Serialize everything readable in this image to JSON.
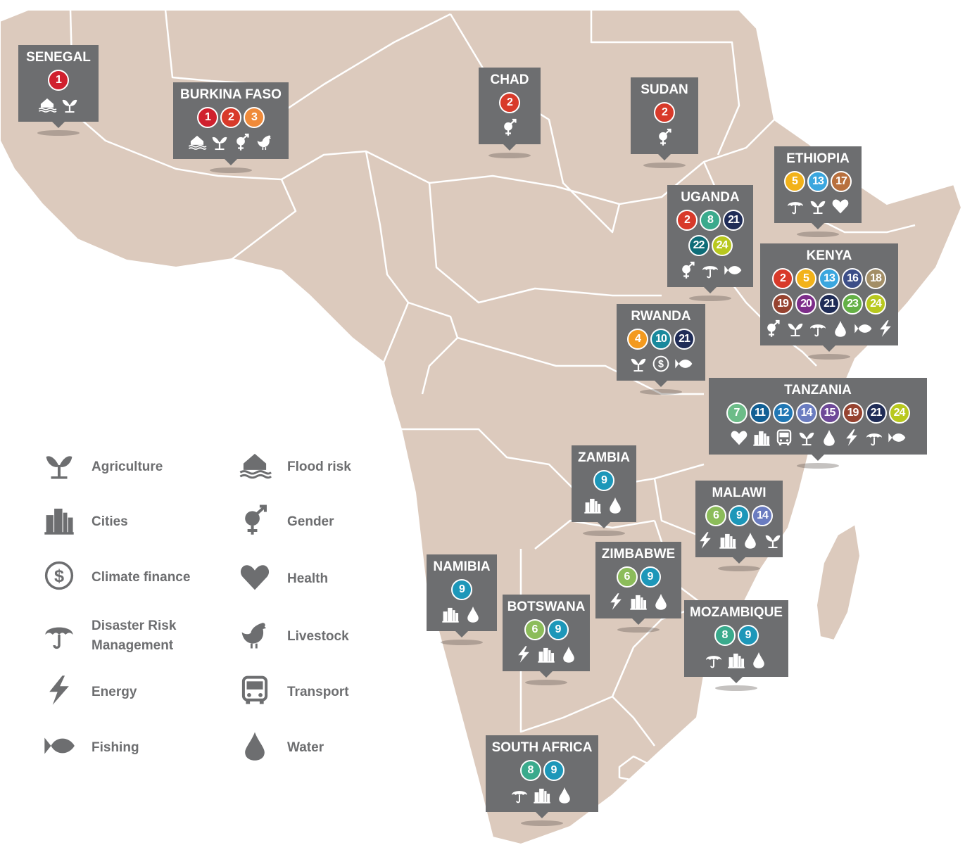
{
  "colors": {
    "land": "#dccabd",
    "border": "#ffffff",
    "marker": "#6d6e70",
    "legend_text": "#6d6e70",
    "num": {
      "1": "#d0202e",
      "2": "#d83a2a",
      "3": "#ef8a3a",
      "4": "#f39a1f",
      "5": "#f2b21a",
      "6": "#8cbc5a",
      "7": "#6cbc88",
      "8": "#3aaa8c",
      "9": "#1d97b9",
      "10": "#19899c",
      "11": "#115f94",
      "12": "#2077b4",
      "13": "#3aa6de",
      "14": "#6a7cc0",
      "15": "#6e4998",
      "16": "#3c4e88",
      "17": "#b8703e",
      "18": "#a38e66",
      "19": "#964330",
      "20": "#7d2d8a",
      "21": "#1f2c57",
      "22": "#0e6d78",
      "23": "#64b046",
      "24": "#b8c81f"
    }
  },
  "legend": [
    {
      "label": "Agriculture",
      "icon": "agriculture-icon"
    },
    {
      "label": "Cities",
      "icon": "cities-icon"
    },
    {
      "label": "Climate finance",
      "icon": "climate-finance-icon"
    },
    {
      "label": "Disaster Risk",
      "label2": "Management",
      "icon": "umbrella-icon"
    },
    {
      "label": "Energy",
      "icon": "energy-icon"
    },
    {
      "label": "Fishing",
      "icon": "fishing-icon"
    },
    {
      "label": "Flood risk",
      "icon": "flood-risk-icon"
    },
    {
      "label": "Gender",
      "icon": "gender-icon"
    },
    {
      "label": "Health",
      "icon": "health-icon"
    },
    {
      "label": "Livestock",
      "icon": "livestock-icon"
    },
    {
      "label": "Transport",
      "icon": "transport-icon"
    },
    {
      "label": "Water",
      "icon": "water-icon"
    }
  ],
  "countries": [
    {
      "name": "SENEGAL",
      "numbers": [
        "1"
      ],
      "icons": [
        "flood",
        "agriculture"
      ]
    },
    {
      "name": "BURKINA FASO",
      "numbers": [
        "1",
        "2",
        "3"
      ],
      "icons": [
        "flood",
        "agriculture",
        "gender",
        "livestock"
      ]
    },
    {
      "name": "CHAD",
      "numbers": [
        "2"
      ],
      "icons": [
        "gender"
      ]
    },
    {
      "name": "SUDAN",
      "numbers": [
        "2"
      ],
      "icons": [
        "gender"
      ]
    },
    {
      "name": "ETHIOPIA",
      "numbers": [
        "5",
        "13",
        "17"
      ],
      "icons": [
        "umbrella",
        "agriculture",
        "health"
      ]
    },
    {
      "name": "UGANDA",
      "numbers": [
        "2",
        "8",
        "21",
        "22",
        "24"
      ],
      "icons": [
        "gender",
        "umbrella",
        "fishing"
      ]
    },
    {
      "name": "KENYA",
      "numbers": [
        "2",
        "5",
        "13",
        "16",
        "18",
        "19",
        "20",
        "21",
        "23",
        "24"
      ],
      "icons": [
        "gender",
        "agriculture",
        "umbrella",
        "water",
        "fishing",
        "energy"
      ]
    },
    {
      "name": "RWANDA",
      "numbers": [
        "4",
        "10",
        "21"
      ],
      "icons": [
        "agriculture",
        "finance",
        "fishing"
      ]
    },
    {
      "name": "TANZANIA",
      "numbers": [
        "7",
        "11",
        "12",
        "14",
        "15",
        "19",
        "21",
        "24"
      ],
      "icons": [
        "health",
        "cities",
        "transport",
        "agriculture",
        "water",
        "energy",
        "umbrella",
        "fishing"
      ]
    },
    {
      "name": "ZAMBIA",
      "numbers": [
        "9"
      ],
      "icons": [
        "cities",
        "water"
      ]
    },
    {
      "name": "MALAWI",
      "numbers": [
        "6",
        "9",
        "14"
      ],
      "icons": [
        "energy",
        "cities",
        "water",
        "agriculture"
      ]
    },
    {
      "name": "NAMIBIA",
      "numbers": [
        "9"
      ],
      "icons": [
        "cities",
        "water"
      ]
    },
    {
      "name": "ZIMBABWE",
      "numbers": [
        "6",
        "9"
      ],
      "icons": [
        "energy",
        "cities",
        "water"
      ]
    },
    {
      "name": "BOTSWANA",
      "numbers": [
        "6",
        "9"
      ],
      "icons": [
        "energy",
        "cities",
        "water"
      ]
    },
    {
      "name": "MOZAMBIQUE",
      "numbers": [
        "8",
        "9"
      ],
      "icons": [
        "umbrella",
        "cities",
        "water"
      ]
    },
    {
      "name": "SOUTH AFRICA",
      "numbers": [
        "8",
        "9"
      ],
      "icons": [
        "umbrella",
        "cities",
        "water"
      ]
    }
  ]
}
